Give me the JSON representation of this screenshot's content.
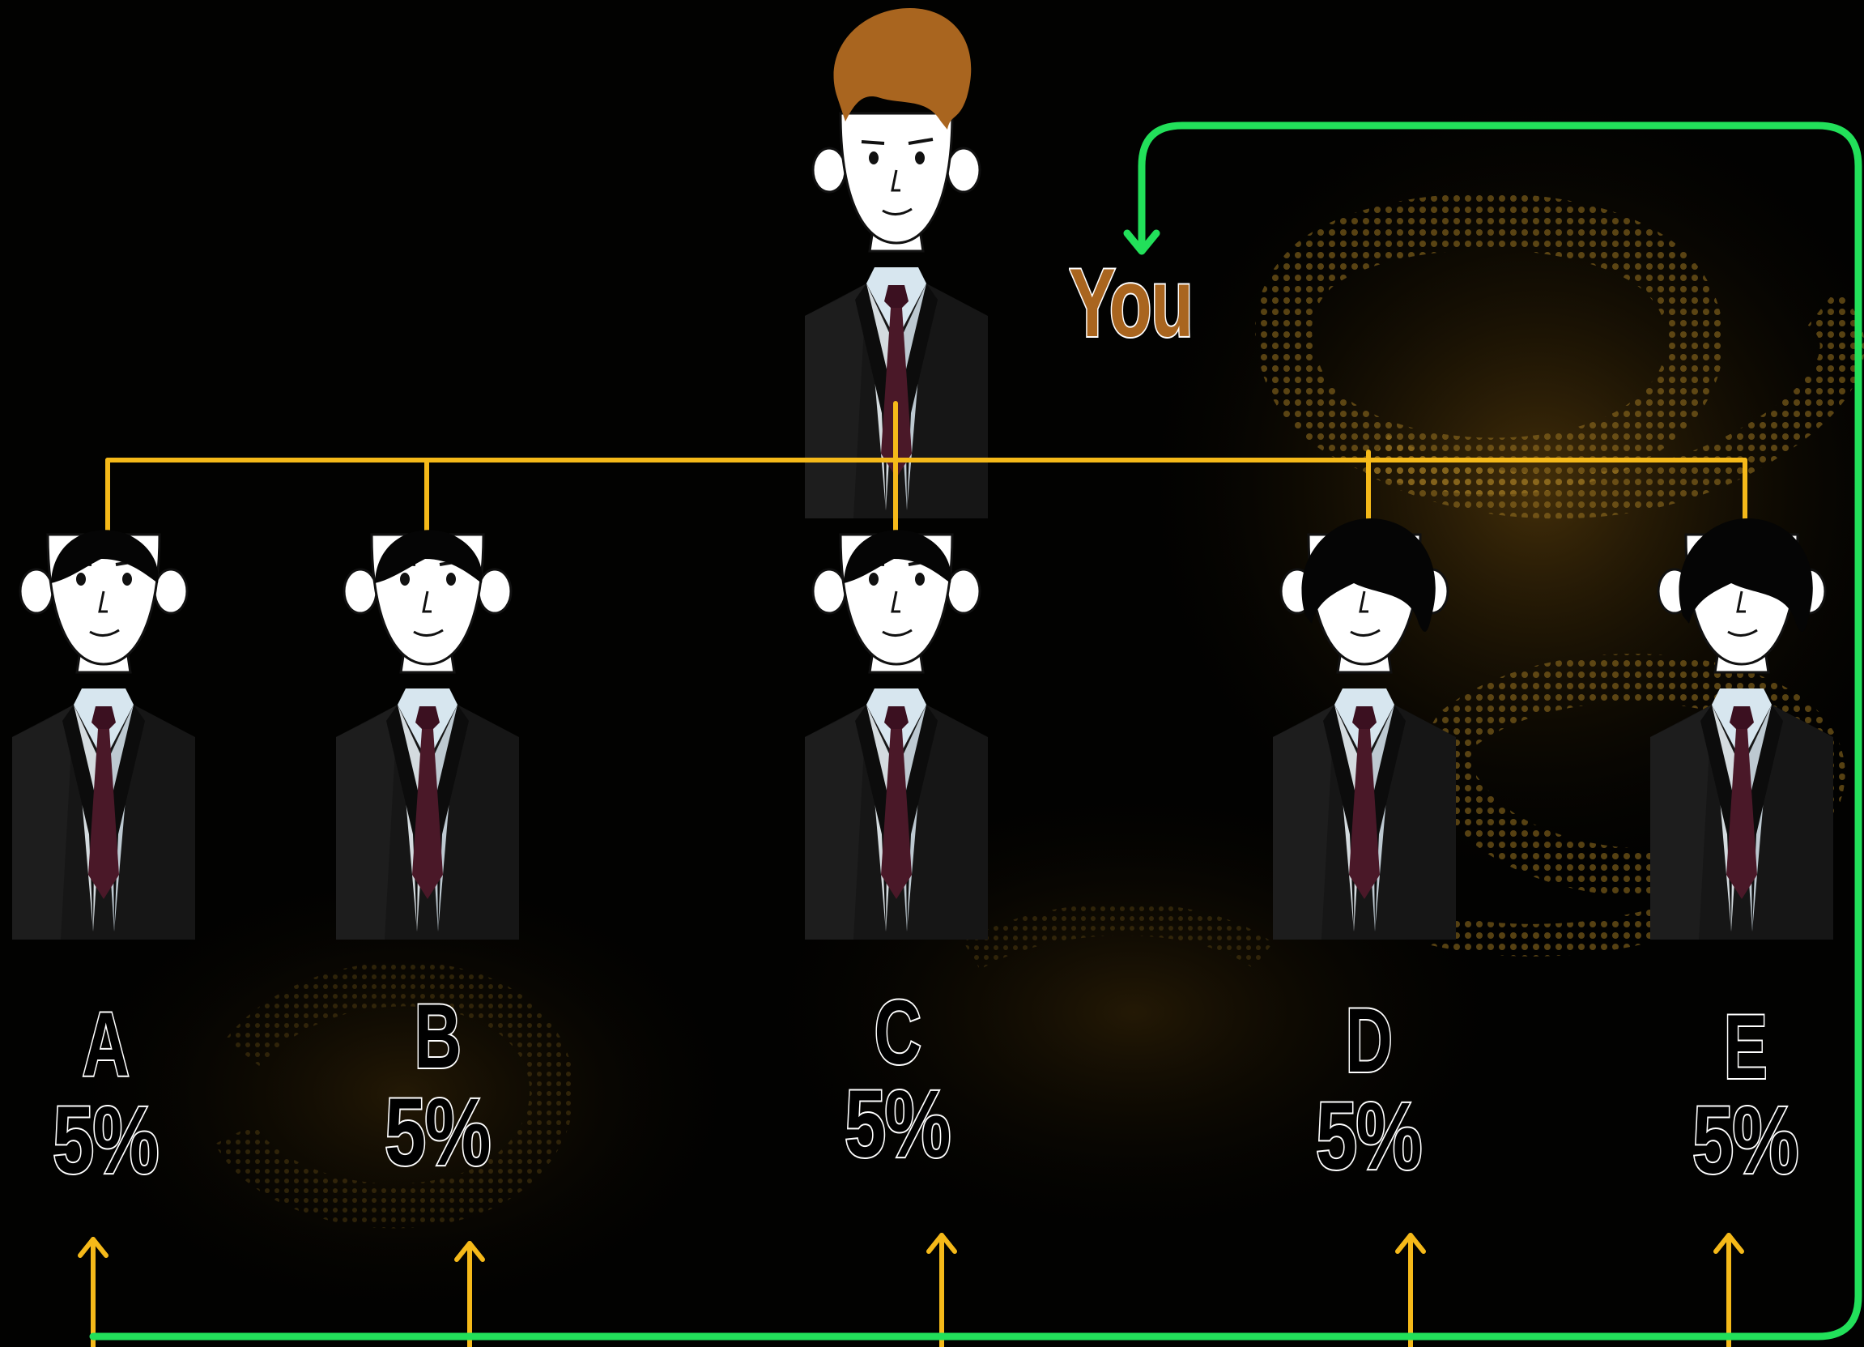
{
  "top": {
    "label": "You",
    "hair_color": "#a9651f"
  },
  "members": [
    {
      "letter": "A",
      "percent": "5%"
    },
    {
      "letter": "B",
      "percent": "5%"
    },
    {
      "letter": "C",
      "percent": "5%"
    },
    {
      "letter": "D",
      "percent": "5%"
    },
    {
      "letter": "E",
      "percent": "5%"
    }
  ],
  "colors": {
    "yellow_arrows": "#f5b919",
    "green_return": "#22e05a",
    "suit": "#161616",
    "tie": "#4a1828",
    "shirt": "#d7e6ef",
    "background_gold": "#6b4a12"
  },
  "icons": {
    "person": "businessman-avatar-icon",
    "down_arrow": "arrow-down-icon",
    "up_arrow": "arrow-up-icon"
  }
}
